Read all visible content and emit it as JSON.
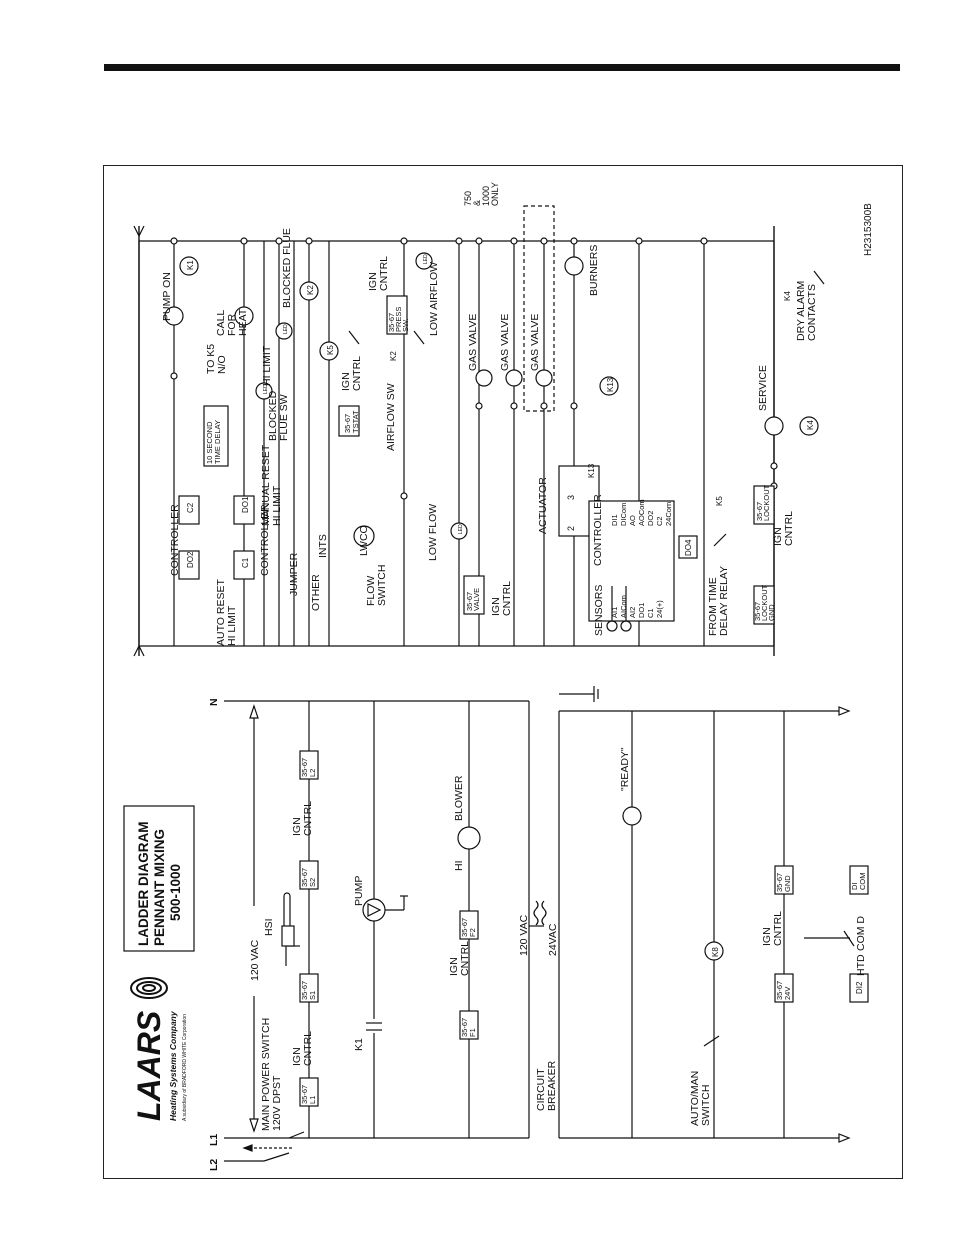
{
  "title": {
    "line1": "LADDER DIAGRAM",
    "line2": "PENNANT MIXING",
    "line3": "500-1000"
  },
  "brand": {
    "name": "LAARS",
    "sub": "Heating Systems Company",
    "tagline": "A subsidiary of BRADFORD WHITE Corporation"
  },
  "drawing_number": "H2315300B",
  "line_labels": {
    "l1": "L1",
    "l2": "L2",
    "n": "N",
    "vac": "120 VAC"
  },
  "power_section": {
    "main_switch": [
      "MAIN POWER SWITCH",
      "120V DPST"
    ],
    "ign_cntrl": [
      "IGN",
      "CNTRL"
    ],
    "terminals": {
      "l1": [
        "35-67",
        "L1"
      ],
      "s1": [
        "35-67",
        "S1"
      ],
      "s2": [
        "35-67",
        "S2"
      ],
      "l2": [
        "35-67",
        "L2"
      ],
      "f1": [
        "35-67",
        "F1"
      ],
      "f2": [
        "35-67",
        "F2"
      ],
      "v24": [
        "35-67",
        "24V"
      ],
      "gnd": [
        "35-67",
        "GND"
      ]
    },
    "hsi": "HSI",
    "pump": "PUMP",
    "k1": "K1",
    "blower": "BLOWER",
    "hi": "HI",
    "transformer_primary": "120 VAC",
    "transformer_secondary": "24VAC",
    "circuit_breaker": [
      "CIRCUIT",
      "BREAKER"
    ],
    "ready": "\"READY\"",
    "auto_man": [
      "AUTO/MAN",
      "SWITCH"
    ],
    "k8": "K8",
    "htd": "HTD",
    "com_d": "COM D",
    "di2": "DI2",
    "di_com": [
      "DI",
      "COM"
    ]
  },
  "control_section": {
    "auto_reset": [
      "AUTO RESET",
      "HI LIMIT"
    ],
    "controller": "CONTROLLER",
    "c2": "C2",
    "do1": "DO1",
    "do2": "DO2",
    "c1": "C1",
    "jumper": "JUMPER",
    "other": "OTHER",
    "ints": "INTS",
    "manual_reset": [
      "MANUAL RESET",
      "HI LIMIT"
    ],
    "flow_switch": [
      "FLOW",
      "SWITCH"
    ],
    "lwco": "LWCO",
    "low_flow": "LOW FLOW",
    "led": "LED",
    "valve_term": [
      "35-67",
      "VALVE"
    ],
    "ign_cntrl": [
      "IGN",
      "CNTRL"
    ],
    "time_delay": [
      "10 SECOND",
      "TIME DELAY"
    ],
    "to_k5": [
      "TO K5",
      "N/O"
    ],
    "pump_on": "PUMP ON",
    "k1": "K1",
    "call_for_heat": [
      "CALL",
      "FOR",
      "HEAT"
    ],
    "hi_limit": "HI LIMIT",
    "blocked_flue": "BLOCKED FLUE",
    "blocked_flue_sw": [
      "BLOCKED",
      "FLUE SW"
    ],
    "k2": "K2",
    "k5": "K5",
    "tstat": [
      "35-67",
      "TSTAT"
    ],
    "airflow_sw": "AIRFLOW SW",
    "press_sw": [
      "35-67",
      "PRESS",
      "SW."
    ],
    "low_airflow": "LOW AIRFLOW",
    "gas_valve": "GAS VALVE",
    "k13": "K13",
    "burners": "BURNERS",
    "note_750": [
      "750",
      "&",
      "1000",
      "ONLY"
    ],
    "actuator": "ACTUATOR",
    "act_2": "2",
    "act_3": "3",
    "sensors": "SENSORS",
    "ctrl_left": [
      "AI1",
      "AICom",
      "AI2",
      "DO1",
      "C1",
      "24(+)"
    ],
    "ctrl_right": [
      "DI1",
      "DICom",
      "AO",
      "AOCom",
      "DO2",
      "C2",
      "24Com"
    ],
    "do4": "DO4",
    "from_time_delay": [
      "FROM TIME",
      "DELAY RELAY"
    ],
    "lockout_gnd": [
      "35-67",
      "LOCKOUT",
      "GND"
    ],
    "lockout": [
      "35-67",
      "LOCKOUT"
    ],
    "service": "SERVICE",
    "k4": "K4",
    "dry_alarm": [
      "DRY ALARM",
      "CONTACTS"
    ]
  }
}
